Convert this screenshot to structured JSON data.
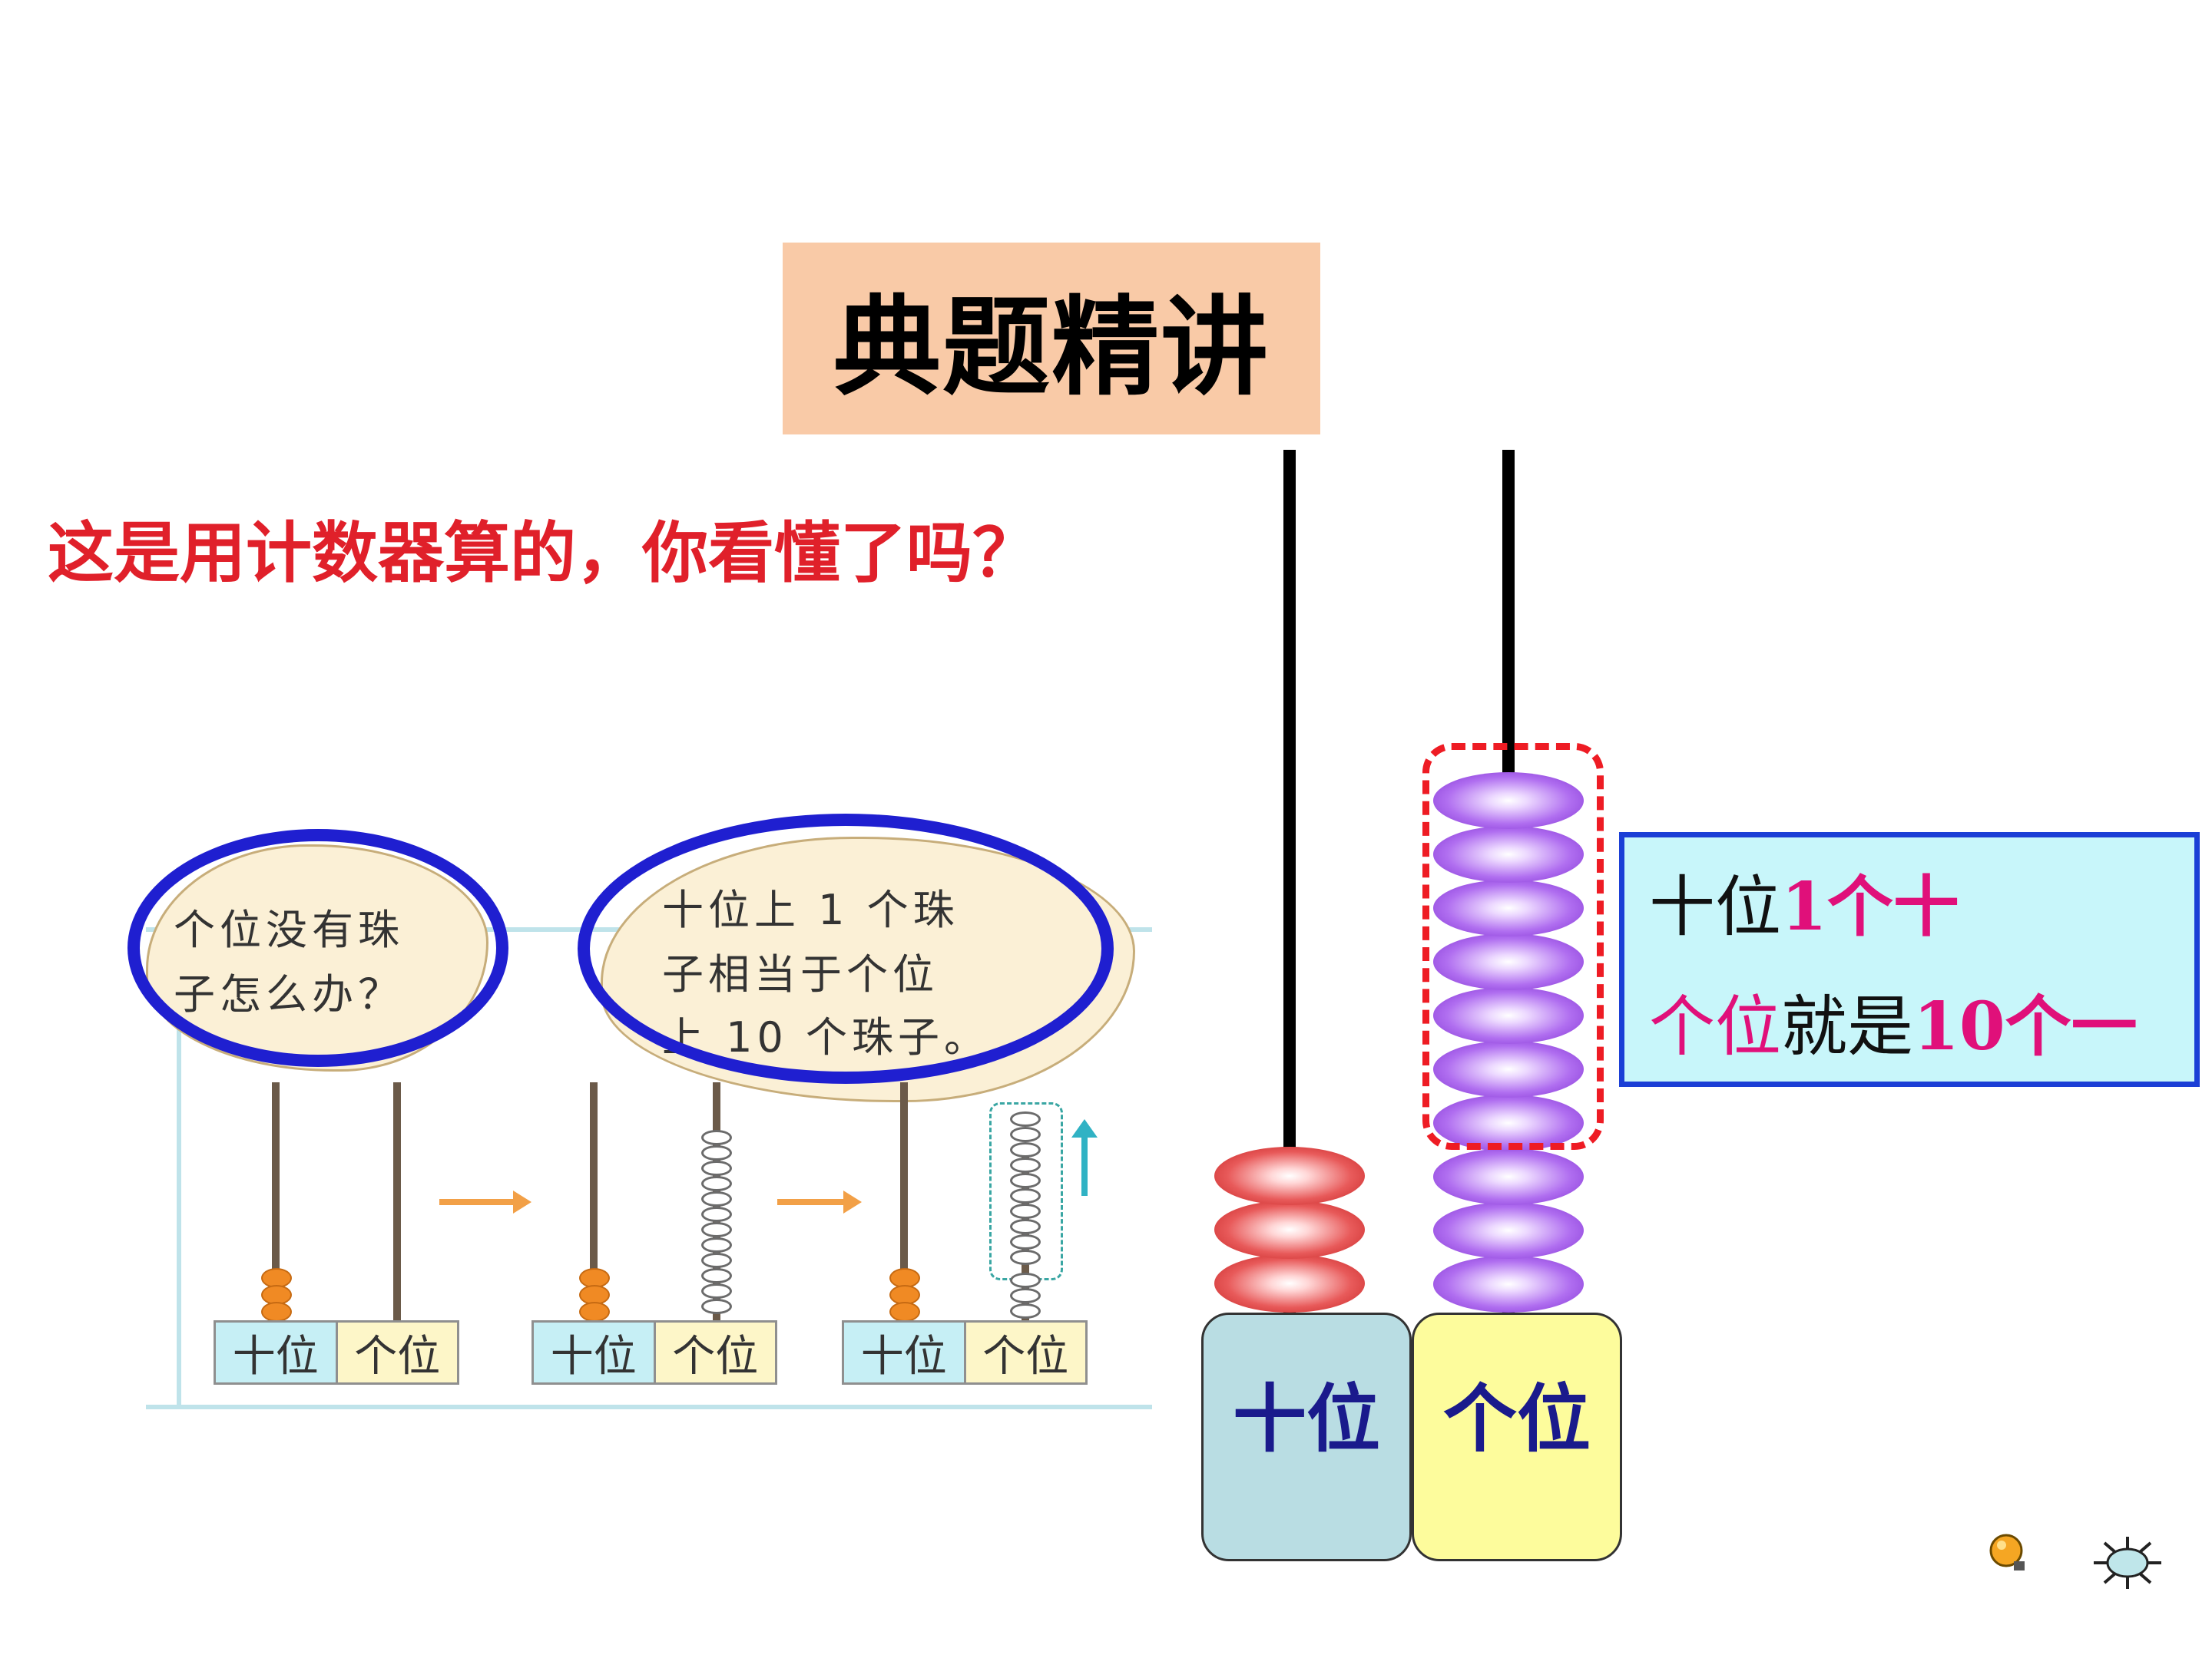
{
  "title": "典题精讲",
  "question": "这是用计数器算的，你看懂了吗？",
  "illustration": {
    "bubble_left": [
      "个位没有珠",
      "子怎么办？"
    ],
    "bubble_right": [
      "十位上 1 个珠",
      "子相当于个位",
      "上 10 个珠子。"
    ],
    "place_boxes": [
      {
        "tens": "十位",
        "ones": "个位"
      },
      {
        "tens": "十位",
        "ones": "个位"
      },
      {
        "tens": "十位",
        "ones": "个位"
      }
    ]
  },
  "abacus": {
    "tens_label": "十位",
    "ones_label": "个位",
    "tens_beads": 3,
    "ones_beads": 10
  },
  "explanation": {
    "line1": {
      "a": "十位",
      "b": "1个十"
    },
    "line2": {
      "a": "个位",
      "b": "就是",
      "c": "10个一"
    }
  },
  "colors": {
    "title_bg": "#f9caa7",
    "question": "#e0202a",
    "highlight": "#e0107a",
    "ring": "#1f1fd0",
    "tens_box": "#b9dde3",
    "ones_box": "#fdfc9c",
    "explain_bg": "#c8f6fa"
  },
  "nav": {
    "prev_icon": "bulb-icon",
    "next_icon": "sun-icon"
  }
}
